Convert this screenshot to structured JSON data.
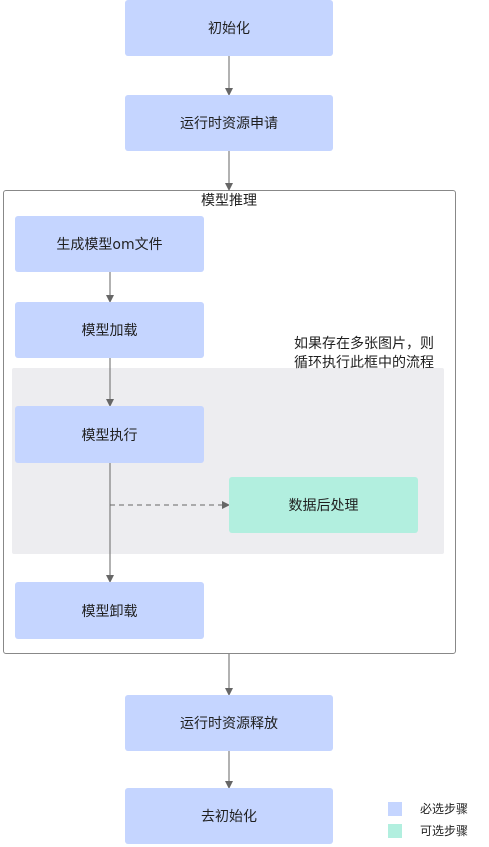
{
  "steps": {
    "init": "初始化",
    "runtime_request": "运行时资源申请",
    "generate_model": "生成模型om文件",
    "model_load": "模型加载",
    "model_execute": "模型执行",
    "post_process": "数据后处理",
    "model_unload": "模型卸载",
    "runtime_release": "运行时资源释放",
    "deinit": "去初始化"
  },
  "group": {
    "title": "模型推理",
    "loop_note_line1": "如果存在多张图片，则",
    "loop_note_line2": "循环执行此框中的流程"
  },
  "legend": {
    "required_label": "必选步骤",
    "optional_label": "可选步骤"
  },
  "colors": {
    "required": "#c5d5ff",
    "optional": "#b2efdf",
    "loop_region": "#ededf0",
    "connector": "#666666"
  }
}
